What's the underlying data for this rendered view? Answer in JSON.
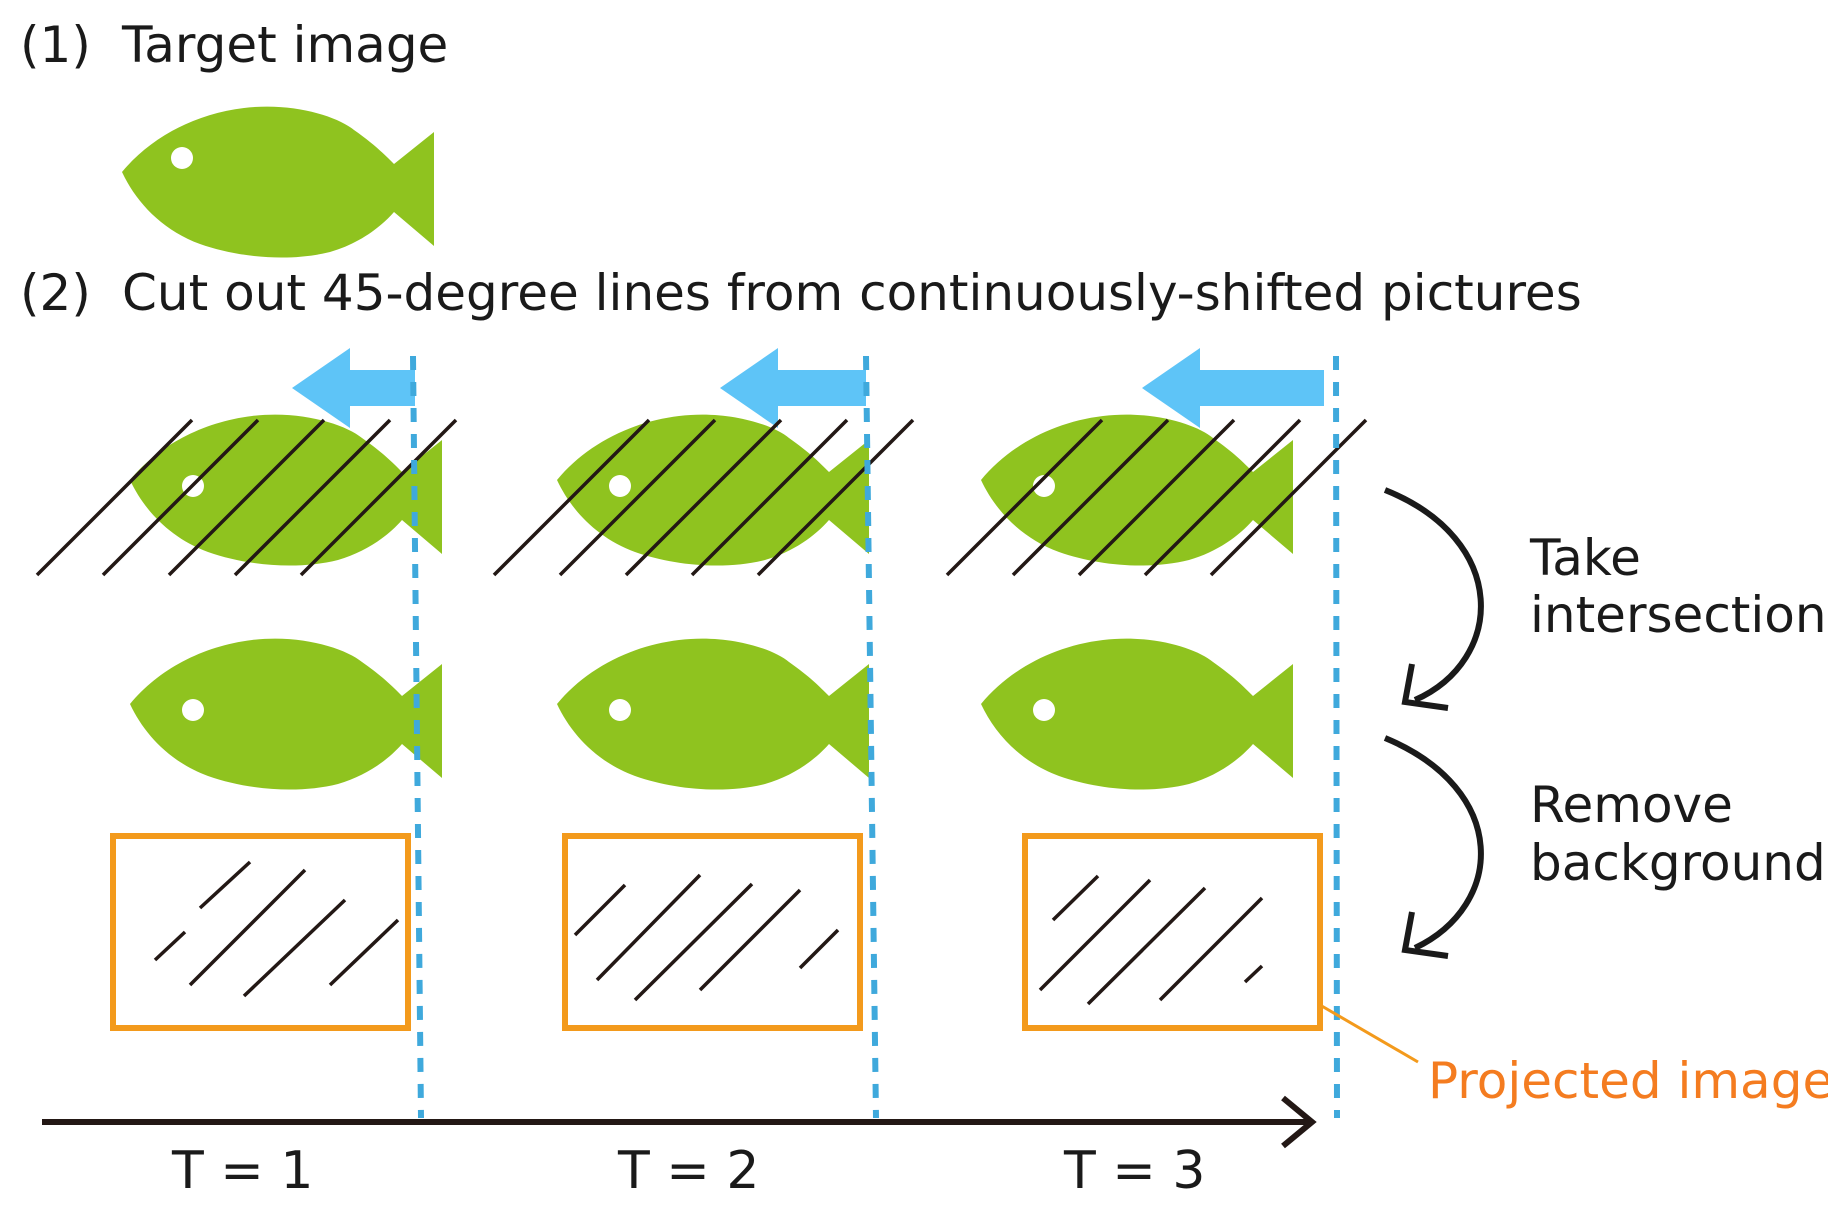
{
  "step1": {
    "number": "(1)",
    "label": "Target image"
  },
  "step2": {
    "number": "(2)",
    "label": "Cut out 45-degree lines from continuously-shifted pictures"
  },
  "side_labels": {
    "take_line1": "Take",
    "take_line2": "intersection",
    "remove_line1": "Remove",
    "remove_line2": "background"
  },
  "projected_label": "Projected image",
  "time_labels": [
    "T = 1",
    "T = 2",
    "T = 3"
  ],
  "colors": {
    "fish": "#8fc31f",
    "arrow": "#5ec4f7",
    "dashed": "#3fa9dc",
    "frame": "#f39a1c",
    "projected_text": "#f47c20",
    "lines": "#231815"
  }
}
